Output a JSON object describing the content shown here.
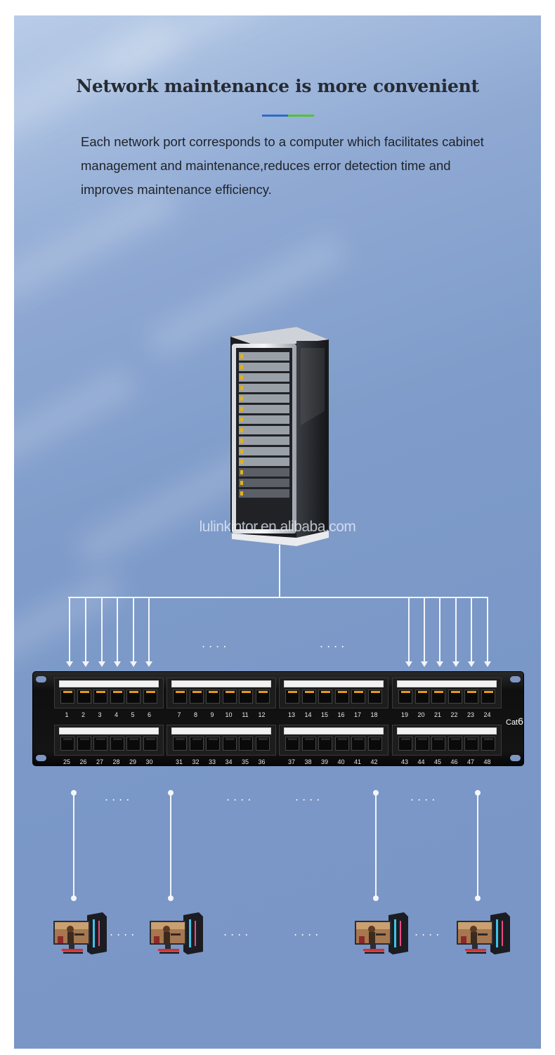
{
  "heading": "Network maintenance is more convenient",
  "accent_colors": {
    "blue": "#2f6ac7",
    "green": "#52c234"
  },
  "description": "Each network port corresponds to a computer which facilitates cabinet management and maintenance,reduces error detection time and improves maintenance efficiency.",
  "watermark": "lulinkintor.en.alibaba.com",
  "ellipsis": "....",
  "patch_panel": {
    "label_prefix": "Cat",
    "label_number": "6",
    "top_row_ports": [
      "1",
      "2",
      "3",
      "4",
      "5",
      "6",
      "7",
      "8",
      "9",
      "10",
      "11",
      "12",
      "13",
      "14",
      "15",
      "16",
      "17",
      "18",
      "19",
      "20",
      "21",
      "22",
      "23",
      "24"
    ],
    "bottom_row_ports": [
      "25",
      "26",
      "27",
      "28",
      "29",
      "30",
      "31",
      "32",
      "33",
      "34",
      "35",
      "36",
      "37",
      "38",
      "39",
      "40",
      "41",
      "42",
      "43",
      "44",
      "45",
      "46",
      "47",
      "48"
    ]
  },
  "icons": {
    "server": "server-rack-icon",
    "computer": "desktop-computer-icon"
  }
}
